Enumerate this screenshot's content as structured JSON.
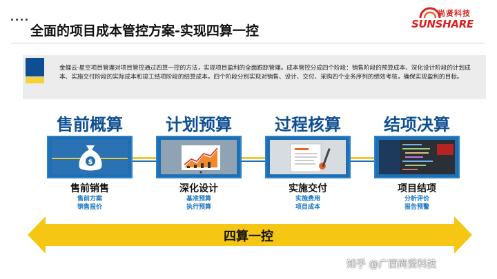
{
  "header": {
    "title": "全面的项目成本管控方案-实现四算一控"
  },
  "logo": {
    "name_zh": "尚贤科技",
    "name_en": "SUNSHARE",
    "brand_color": "#d8201e"
  },
  "intro": {
    "text": "金蝶云·星空项目管理对项目管控通过四算一控的方法，实现项目盈利的全面跟踪管理。成本管控分成四个阶段：销售阶段的预算成本、深化设计阶段的计划成本、实施交付阶段的实际成本和竣工结项阶段的结算成本。四个阶段分别实现对销售、设计、交付、采购四个业务序列的绩效考核，确保实现盈利的目标。"
  },
  "stages": [
    {
      "title": "售前概算",
      "icon": "money-bag-icon",
      "name": "售前销售",
      "subs": [
        "售前方案",
        "销售报价"
      ]
    },
    {
      "title": "计划预算",
      "icon": "trend-chart-icon",
      "name": "深化设计",
      "subs": [
        "基准预算",
        "执行预算"
      ]
    },
    {
      "title": "过程核算",
      "icon": "document-icon",
      "name": "实施交付",
      "subs": [
        "实施费用",
        "项目成本"
      ]
    },
    {
      "title": "结项决算",
      "icon": "code-screen-icon",
      "name": "项目结项",
      "subs": [
        "分析评价",
        "报告预警"
      ]
    }
  ],
  "banner": {
    "label": "四算一控"
  },
  "watermark": {
    "text": "知乎 @广西尚贤科技"
  },
  "colors": {
    "primary_blue": "#0e4f94",
    "accent_yellow": "#f6c614",
    "sub_blue": "#1a76c2"
  }
}
